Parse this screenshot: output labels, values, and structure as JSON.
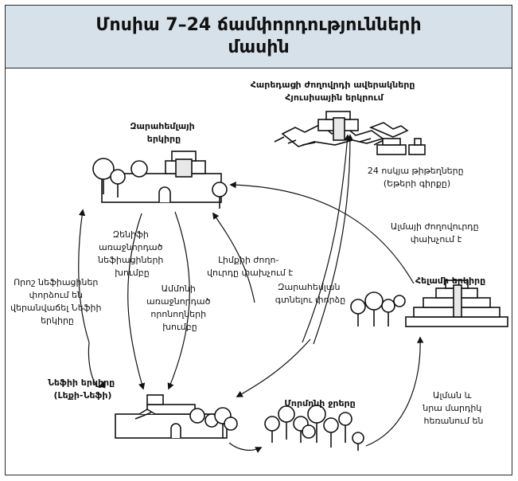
{
  "title": "Մոսիա 7–24 ճամփորդությունների\nմասին",
  "labels": {
    "zarahemla_land": [
      "Զարահեմլայի",
      "երկիրը"
    ],
    "jaredite_ruins": [
      "Հարեդացի ժողովրդի ավերակները",
      "Հյուսիսային երկրում"
    ],
    "plates": [
      "24 ոսկյա թիթեղները",
      "(Եթերի գիրքը)"
    ],
    "zeniff_group": [
      "Զենիֆի",
      "առաջնորդած",
      "նեֆիացիների",
      "խումբը"
    ],
    "limhi_escape": [
      "Լիմքիի ժողո-",
      "վուրդը փախչում է"
    ],
    "ammon_group": [
      "Ամմոնի",
      "առաջնորդած",
      "որոնողների",
      "խումբը"
    ],
    "return_label": [
      "Որոշ նեֆիացիներ",
      "փորձում են",
      "վերանվաճել Նեֆիի",
      "երկիրը"
    ],
    "alma_escape": [
      "Ալմայի ժողովուրդը",
      "փախչում է"
    ],
    "search_attempt": [
      "Զարահեմլան",
      "գտնելու փորձը"
    ],
    "helam_land": [
      "Հելամի երկիրը"
    ],
    "nephi_land": [
      "Նեֆիի երկիրը",
      "(Լեքի-Նեֆի)"
    ],
    "mormon_waters": [
      "Մորմոնի ջրերը"
    ],
    "alma_flee": [
      "Ալման և",
      "նրա մարդիկ",
      "հեռանում են"
    ]
  },
  "colors": {
    "header_bg": "#d7e1ea",
    "ink": "#111111"
  }
}
